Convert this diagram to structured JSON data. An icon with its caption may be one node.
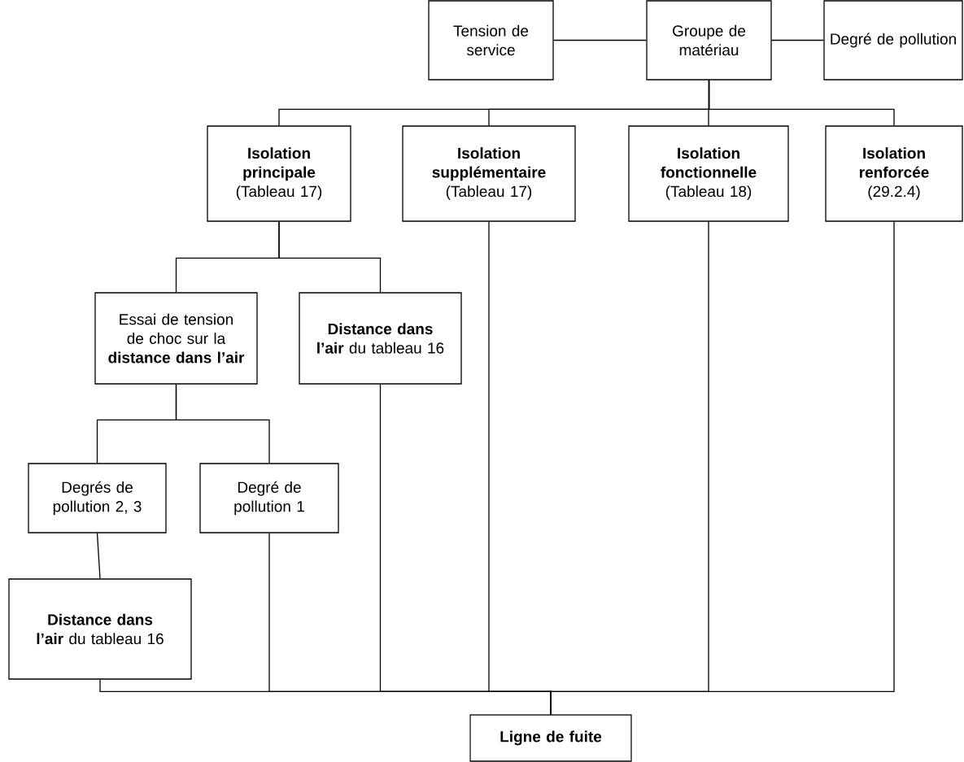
{
  "diagram": {
    "nodes": [
      {
        "text": [
          "Tension de service"
        ]
      },
      {
        "text": [
          "Groupe de matériau"
        ]
      },
      {
        "text": [
          "Degré de pollution"
        ]
      },
      {
        "text": [
          "**Isolation principale** (Tableau 17)"
        ]
      },
      {
        "text": [
          "**Isolation supplémentaire** (Tableau 17)"
        ]
      },
      {
        "text": [
          "**Isolation fonctionnelle** (Tableau 18)"
        ]
      },
      {
        "text": [
          "**Isolation renforcée** (29.2.4)"
        ]
      },
      {
        "text": [
          "Essai de tension de choc sur la **distance dans l’air**"
        ]
      },
      {
        "text": [
          "**Distance dans l’air** du tableau 16"
        ]
      },
      {
        "text": [
          "Degrés de pollution 2, 3"
        ]
      },
      {
        "text": [
          "Degré de pollution 1"
        ]
      },
      {
        "text": [
          "**Distance dans l’air** du tableau 16"
        ]
      },
      {
        "text": [
          "Ligne de fuite"
        ]
      }
    ],
    "edges": [
      {
        "from": 0,
        "to": 1,
        "arrow": "none"
      },
      {
        "from": 1,
        "to": 2,
        "arrow": "none"
      },
      {
        "from": 1,
        "to": 3,
        "arrow": "none"
      },
      {
        "from": 1,
        "to": 4,
        "arrow": "none"
      },
      {
        "from": 1,
        "to": 5,
        "arrow": "none"
      },
      {
        "from": 1,
        "to": 6,
        "arrow": "none"
      },
      {
        "from": 3,
        "to": 7,
        "arrow": "none"
      },
      {
        "from": 3,
        "to": 8,
        "arrow": "none"
      },
      {
        "from": 7,
        "to": 9,
        "arrow": "none"
      },
      {
        "from": 7,
        "to": 10,
        "arrow": "none"
      },
      {
        "from": 9,
        "to": 11,
        "arrow": "none"
      },
      {
        "from": 11,
        "to": 12,
        "arrow": "none"
      },
      {
        "from": 10,
        "to": 12,
        "arrow": "none"
      },
      {
        "from": 8,
        "to": 12,
        "arrow": "none"
      },
      {
        "from": 4,
        "to": 12,
        "arrow": "none"
      },
      {
        "from": 5,
        "to": 12,
        "arrow": "none"
      },
      {
        "from": 6,
        "to": 12,
        "arrow": "none"
      }
    ]
  }
}
